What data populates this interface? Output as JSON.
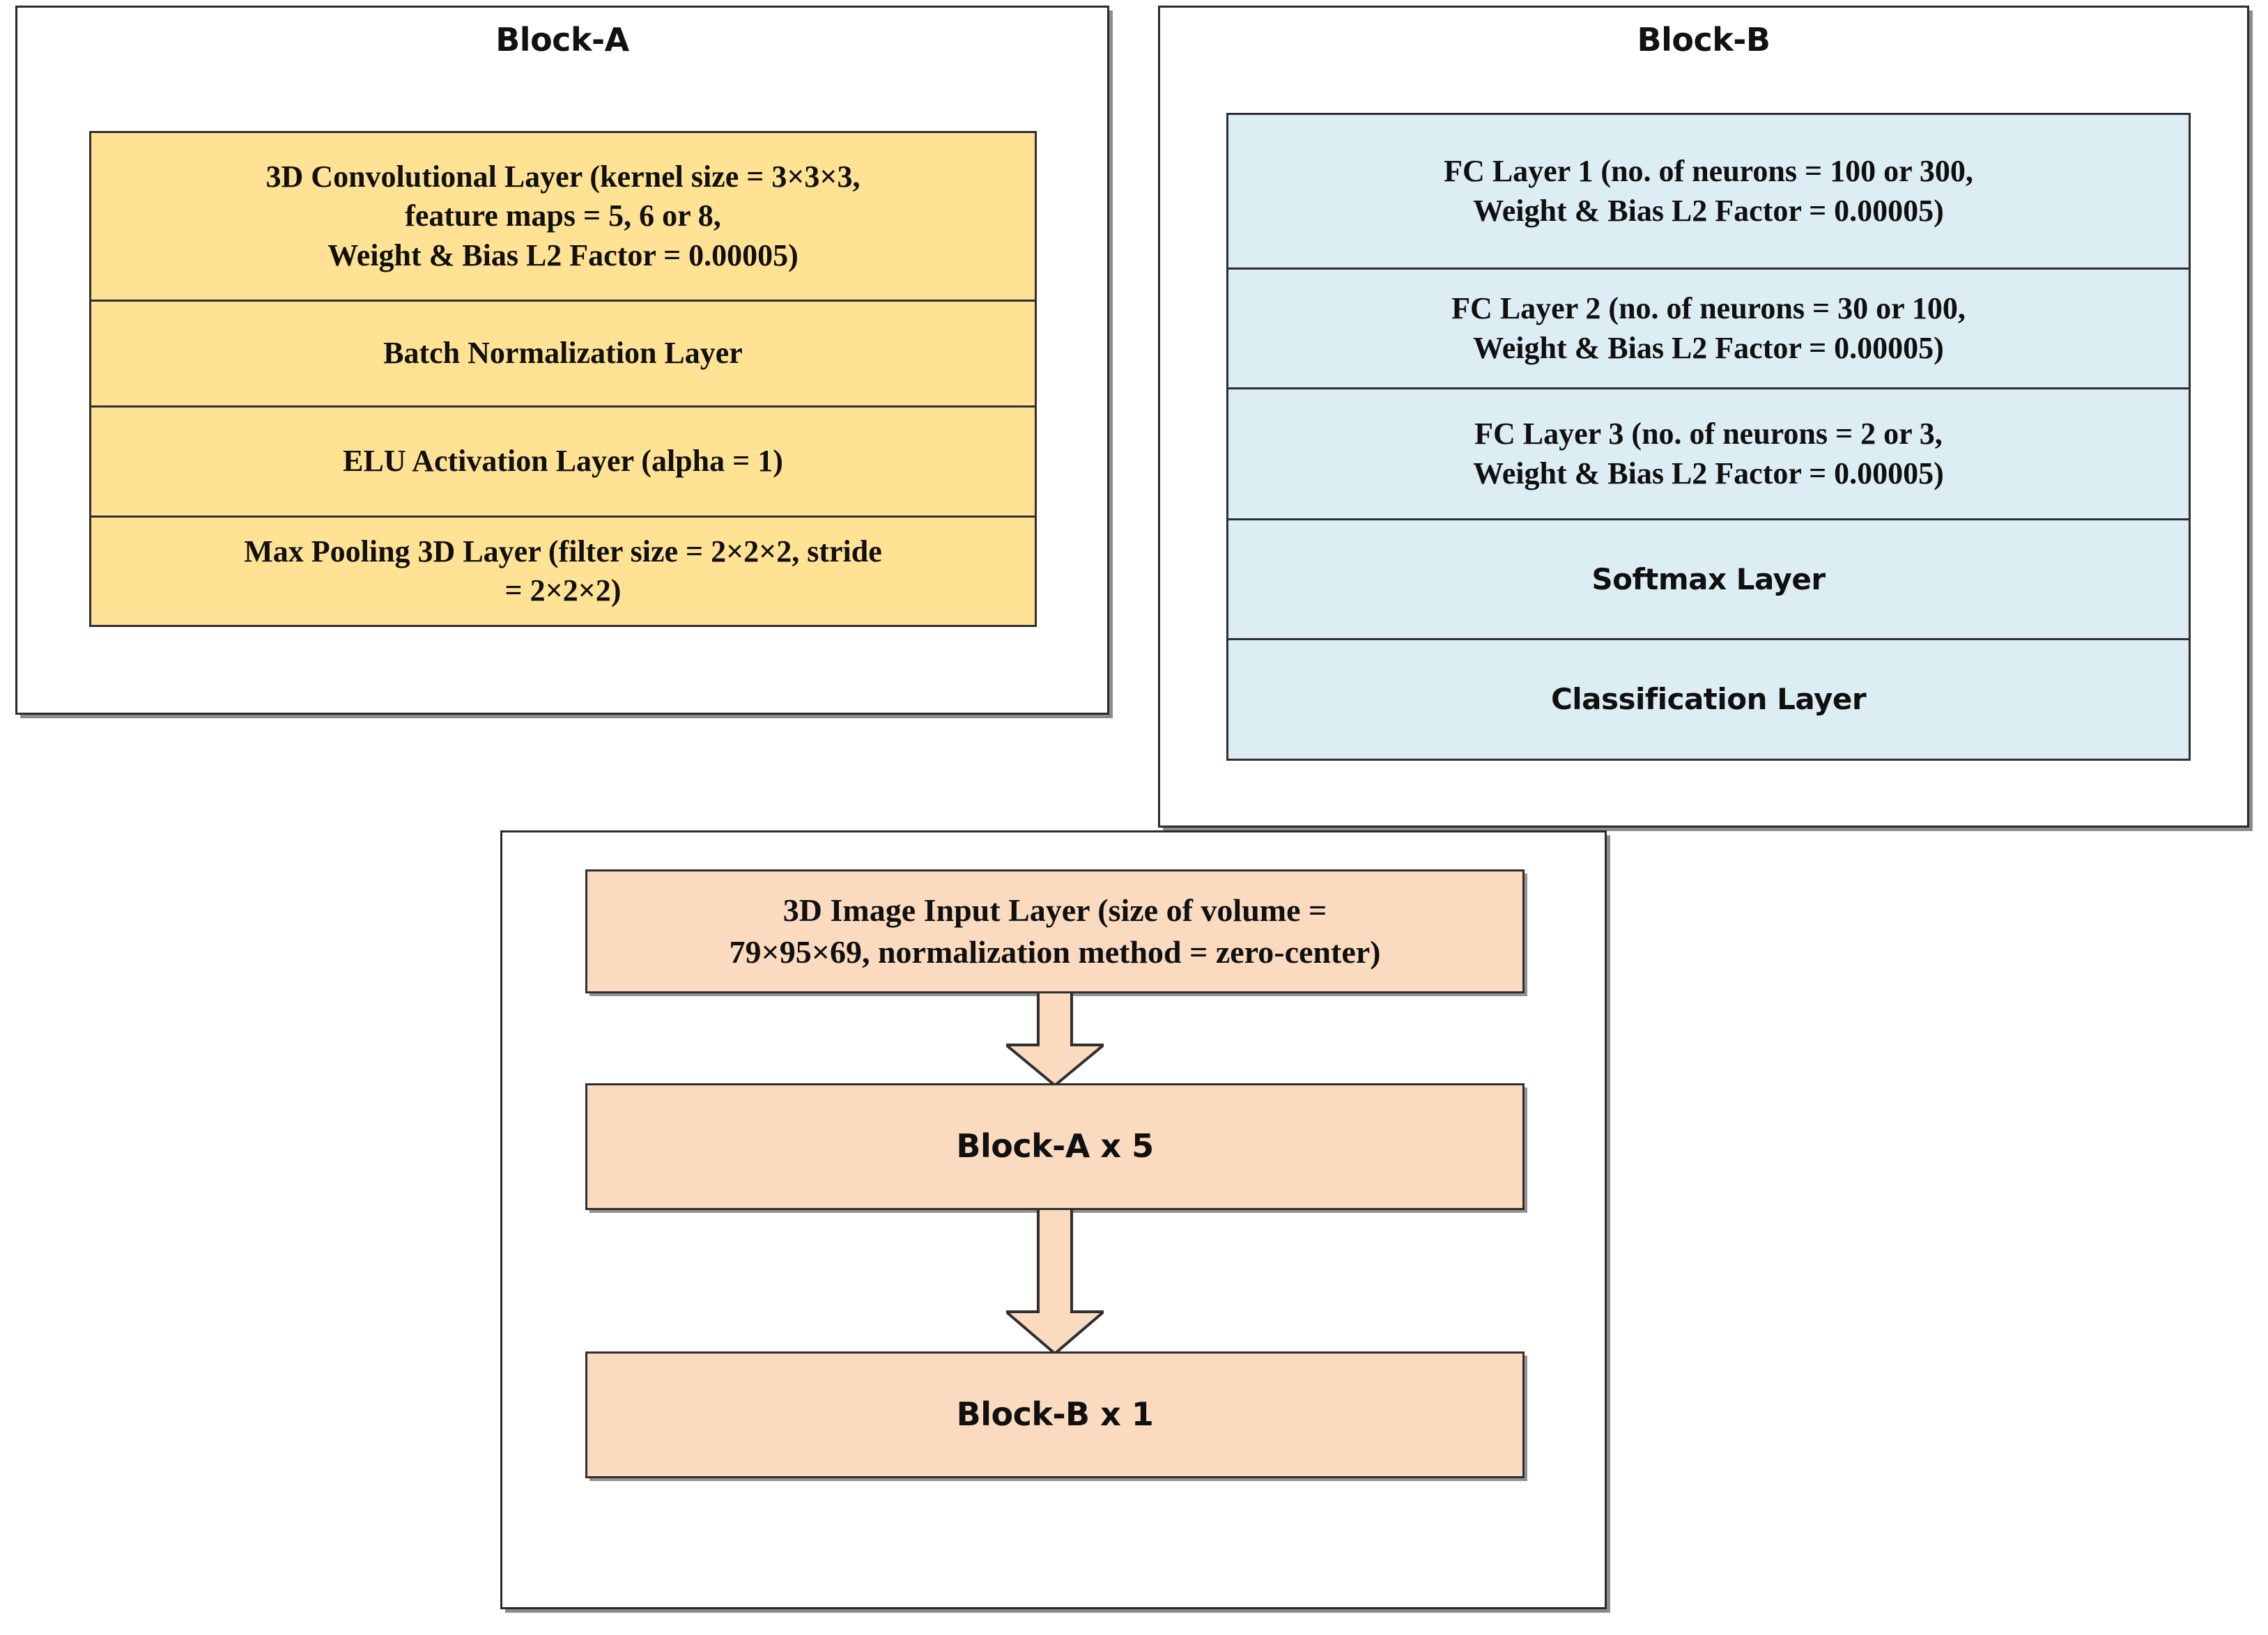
{
  "colors": {
    "block_a_fill": "#FFE294",
    "block_b_fill": "#DCEDF3",
    "pipeline_fill": "#FADBC0",
    "outline": "#2F2F2F",
    "background": "#FFFFFF"
  },
  "block_a": {
    "title": "Block-A",
    "layers": [
      {
        "name": "conv3d-layer",
        "lines": [
          "3D Convolutional Layer (kernel size = 3×3×3,",
          "feature maps = 5, 6 or 8,",
          "Weight & Bias L2 Factor = 0.00005)"
        ]
      },
      {
        "name": "batch-normalization-layer",
        "lines": [
          "Batch Normalization Layer"
        ]
      },
      {
        "name": "elu-activation-layer",
        "lines": [
          "ELU Activation Layer (alpha = 1)"
        ]
      },
      {
        "name": "max-pooling-3d-layer",
        "lines": [
          "Max Pooling 3D Layer (filter size = 2×2×2, stride",
          "= 2×2×2)"
        ]
      }
    ]
  },
  "block_b": {
    "title": "Block-B",
    "layers": [
      {
        "name": "fc-layer-1",
        "lines": [
          "FC Layer 1 (no. of neurons = 100 or 300,",
          "Weight & Bias L2 Factor = 0.00005)"
        ]
      },
      {
        "name": "fc-layer-2",
        "lines": [
          "FC Layer 2 (no. of neurons = 30 or 100,",
          "Weight & Bias L2 Factor = 0.00005)"
        ]
      },
      {
        "name": "fc-layer-3",
        "lines": [
          "FC Layer 3 (no. of neurons = 2 or 3,",
          "Weight & Bias L2 Factor = 0.00005)"
        ]
      },
      {
        "name": "softmax-layer",
        "lines": [
          "Softmax Layer"
        ]
      },
      {
        "name": "classification-layer",
        "lines": [
          "Classification Layer"
        ]
      }
    ]
  },
  "pipeline": {
    "nodes": [
      {
        "name": "image-input-layer",
        "lines": [
          "3D Image Input Layer (size of volume =",
          "79×95×69, normalization method = zero-center)"
        ]
      },
      {
        "name": "block-a-repeat",
        "lines": [
          "Block-A x 5"
        ]
      },
      {
        "name": "block-b-repeat",
        "lines": [
          "Block-B x 1"
        ]
      }
    ],
    "arrows": [
      "down-arrow",
      "down-arrow"
    ]
  }
}
